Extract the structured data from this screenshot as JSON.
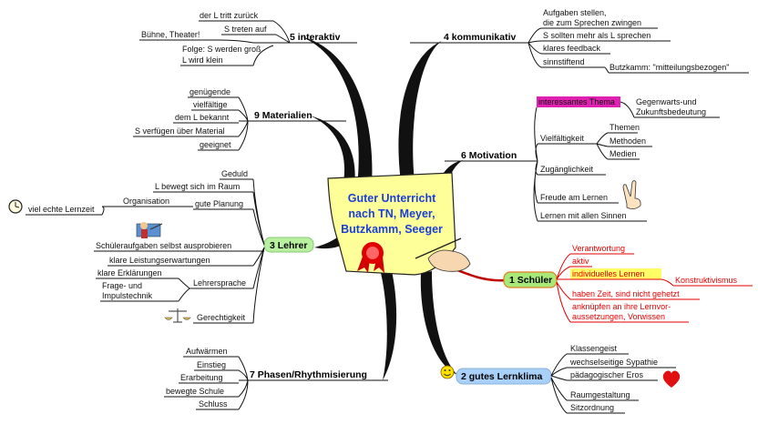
{
  "center": {
    "lines": [
      "Guter Unterricht",
      "nach TN, Meyer,",
      "Butzkamm, Seeger"
    ]
  },
  "branches": {
    "interaktiv": {
      "label": "5 interaktiv",
      "items": [
        "der L tritt zurück",
        "S treten auf",
        "Bühne, Theater!",
        "Folge: S werden groß",
        "L wird klein"
      ]
    },
    "kommunikativ": {
      "label": "4 kommunikativ",
      "items": [
        "Aufgaben stellen,",
        "die zum Sprechen zwingen",
        "S sollten mehr als L sprechen",
        "klares feedback",
        "sinnstiftend",
        "Butzkamm: \"mitteilungsbezogen\""
      ]
    },
    "materialien": {
      "label": "9 Materialien",
      "items": [
        "genügende",
        "vielfältige",
        "dem L bekannt",
        "S verfügen über Material",
        "geeignet"
      ]
    },
    "motivation": {
      "label": "6 Motivation",
      "interesting_theme": "interessantes Thema",
      "theme_detail": [
        "Gegenwarts-und",
        "Zukunftsbedeutung"
      ],
      "variety": "Vielfältigkeit",
      "variety_items": [
        "Themen",
        "Methoden",
        "Medien"
      ],
      "items": [
        "Zugänglichkeit",
        "Freude am Lernen",
        "Lernen  mit allen Sinnen"
      ]
    },
    "lehrer": {
      "label": "3 Lehrer",
      "items": [
        "Geduld",
        "L bewegt sich im Raum",
        "Organisation",
        "gute Planung",
        "viel echte Lernzeit",
        "Schüleraufgaben selbst ausprobieren",
        "klare Leistungserwartungen",
        "klare Erklärungen",
        "Frage- und",
        "Impulstechnik",
        "Lehrersprache",
        "Gerechtigkeit"
      ]
    },
    "schueler": {
      "label": "1 Schüler",
      "items": [
        "Verantwortung",
        "aktiv",
        "individuelles Lernen",
        "Konstruktivismus",
        "haben Zeit, sind nicht gehetzt",
        "anknüpfen an ihre Lernvor-",
        "aussetzungen, Vorwissen"
      ]
    },
    "phasen": {
      "label": "7 Phasen/Rhythmisierung",
      "items": [
        "Aufwärmen",
        "Einstieg",
        "Erarbeitung",
        "bewegte Schule",
        "Schluss"
      ]
    },
    "lernklima": {
      "label": "2 gutes Lernklima",
      "items": [
        "Klassengeist",
        "wechselseitige Sypathie",
        "pädagogischer Eros",
        "Raumgestaltung",
        "Sitzordnung"
      ]
    }
  },
  "icons": [
    "clock-icon",
    "teacher-icon",
    "scales-icon",
    "victory-hand-icon",
    "smiley-icon",
    "heart-icon",
    "seal-icon",
    "writing-hand-icon"
  ]
}
